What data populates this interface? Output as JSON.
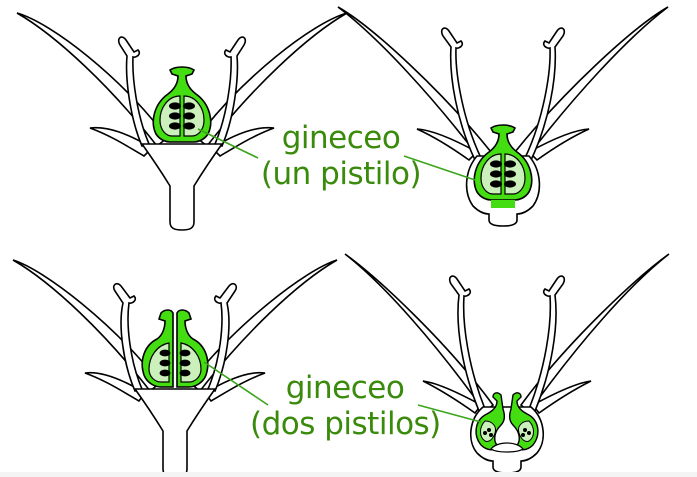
{
  "diagram": {
    "colors": {
      "pistil_fill": "#44dd11",
      "ovary_inner": "#ccf0bb",
      "label_text": "#3a8a0c",
      "leader_line": "#3aa51a",
      "outline": "#000000",
      "background": "#ffffff"
    },
    "panels": [
      {
        "id": "top-left",
        "type": "one-pistil",
        "position": "superior"
      },
      {
        "id": "top-right",
        "type": "one-pistil",
        "position": "inferior"
      },
      {
        "id": "bottom-left",
        "type": "two-pistils",
        "position": "superior"
      },
      {
        "id": "bottom-right",
        "type": "two-pistils",
        "position": "inferior"
      }
    ],
    "labels": {
      "top": {
        "line1": "gineceo",
        "line2": "(un pistilo)"
      },
      "bottom": {
        "line1": "gineceo",
        "line2": "(dos pistilos)"
      }
    }
  }
}
